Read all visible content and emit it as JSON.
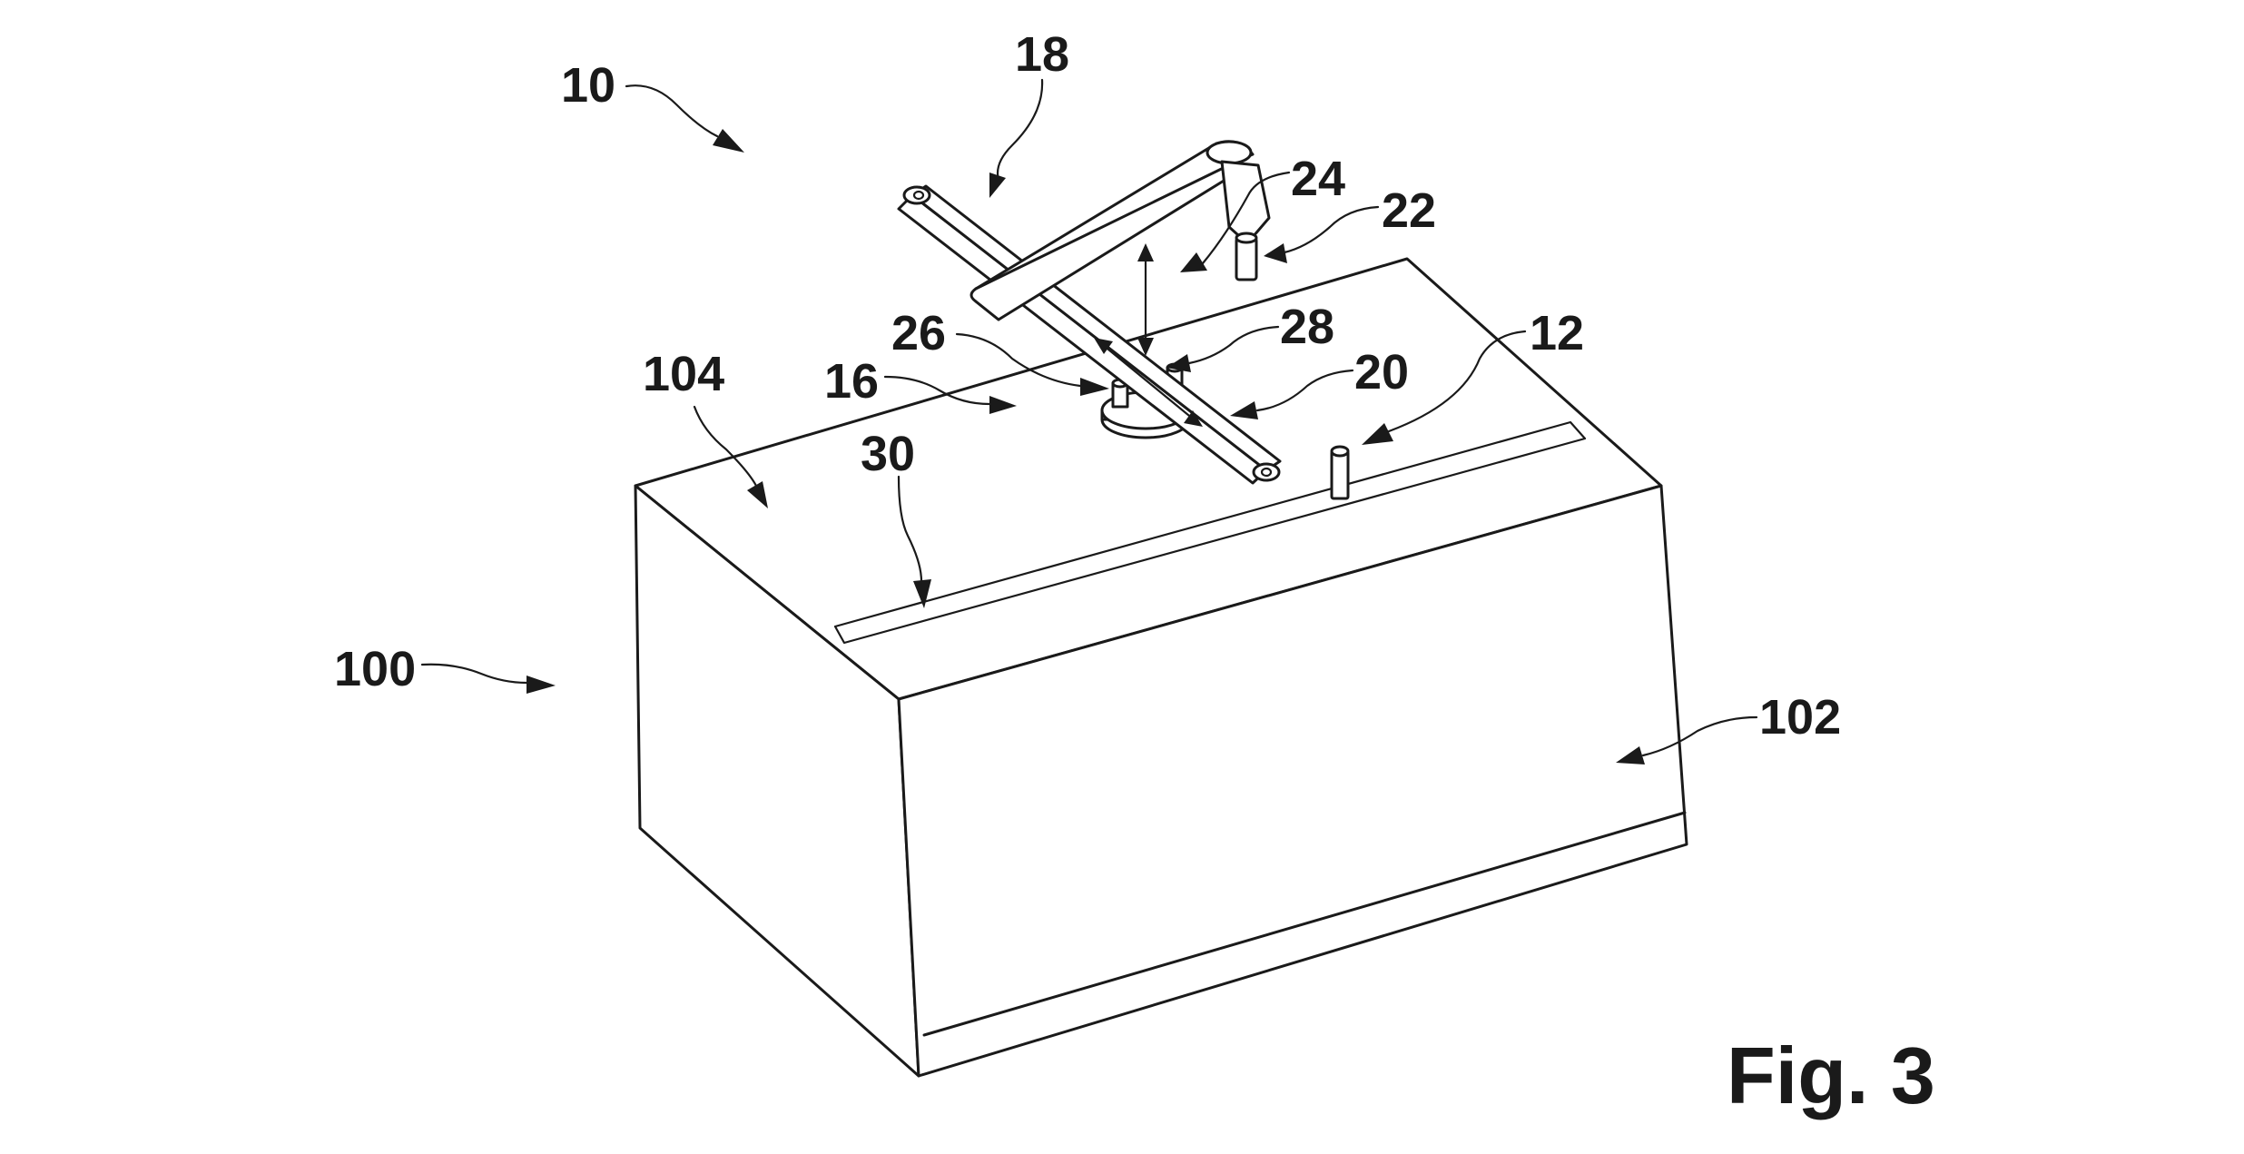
{
  "figure": {
    "caption": "Fig. 3",
    "reference_numerals": {
      "system": "10",
      "pin": "12",
      "base_joint": "16",
      "arm": "18",
      "turntable": "20",
      "tool": "22",
      "vertical_axis": "24",
      "rotation_axis_a": "26",
      "rotation_axis_b": "28",
      "slot": "30",
      "housing": "100",
      "front_face": "102",
      "top_face": "104"
    }
  }
}
